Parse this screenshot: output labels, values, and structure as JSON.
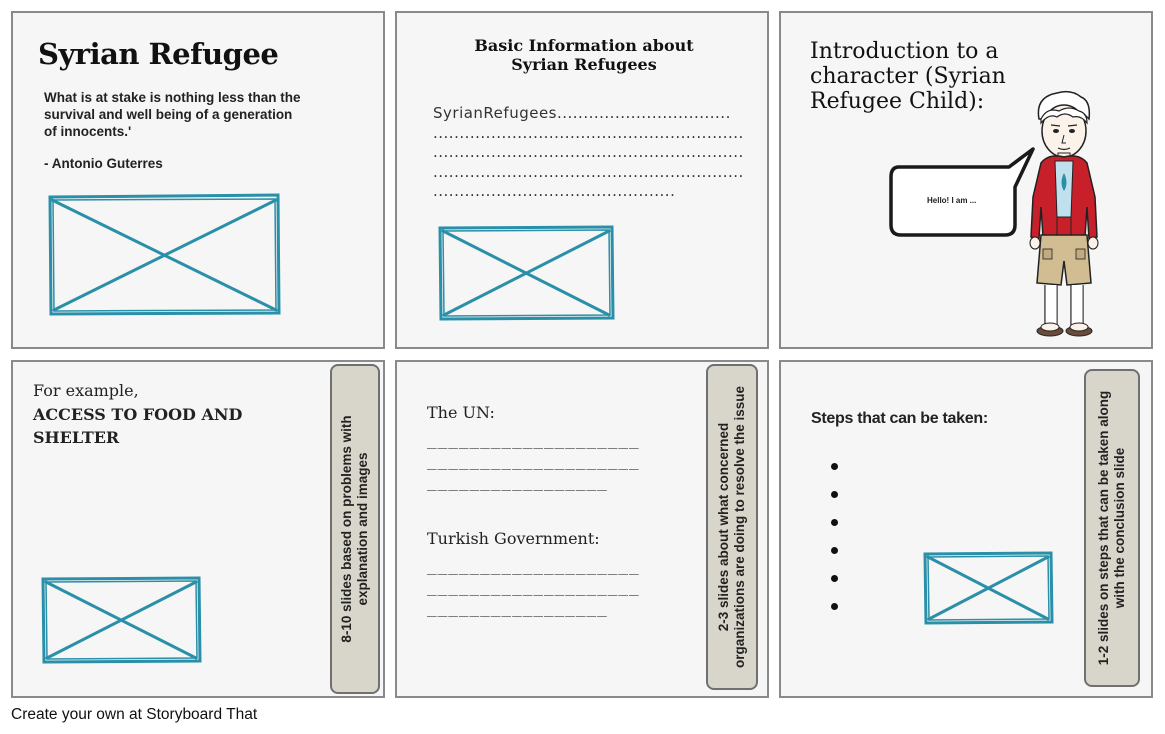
{
  "panel1": {
    "title": "Syrian Refugee",
    "quote": "What is at stake is nothing less than the survival and well being of a generation of innocents.'",
    "author": "- Antonio Guterres"
  },
  "panel2": {
    "title": "Basic Information about Syrian Refugees",
    "body_start": "SyrianRefugees.................................",
    "dots_line": "...........................................................",
    "dots_last": ".............................................."
  },
  "panel3": {
    "title": "Introduction to a character (Syrian Refugee Child):",
    "speech": "Hello! I am ..."
  },
  "panel4": {
    "intro": "For example,",
    "heading": "ACCESS TO FOOD AND SHELTER",
    "note_line1": "8-10 slides based on problems with",
    "note_line2": "explanation and images"
  },
  "panel5": {
    "label_un": "The UN:",
    "label_turkey": "Turkish Government:",
    "dash_long": "____________________",
    "dash_short": "_________________",
    "note_line1": "2-3 slides about what concerned",
    "note_line2": "organizations are doing to resolve the issue"
  },
  "panel6": {
    "heading": "Steps that can be taken:",
    "note_line1": "1-2 slides on steps that can be taken along",
    "note_line2": "with the conclusion slide"
  },
  "footer": "Create your own at Storyboard That",
  "colors": {
    "placeholder": "#2a8fa8",
    "sidebar": "#d8d5cb",
    "jacket": "#c8202a",
    "shorts": "#d2bd93"
  }
}
